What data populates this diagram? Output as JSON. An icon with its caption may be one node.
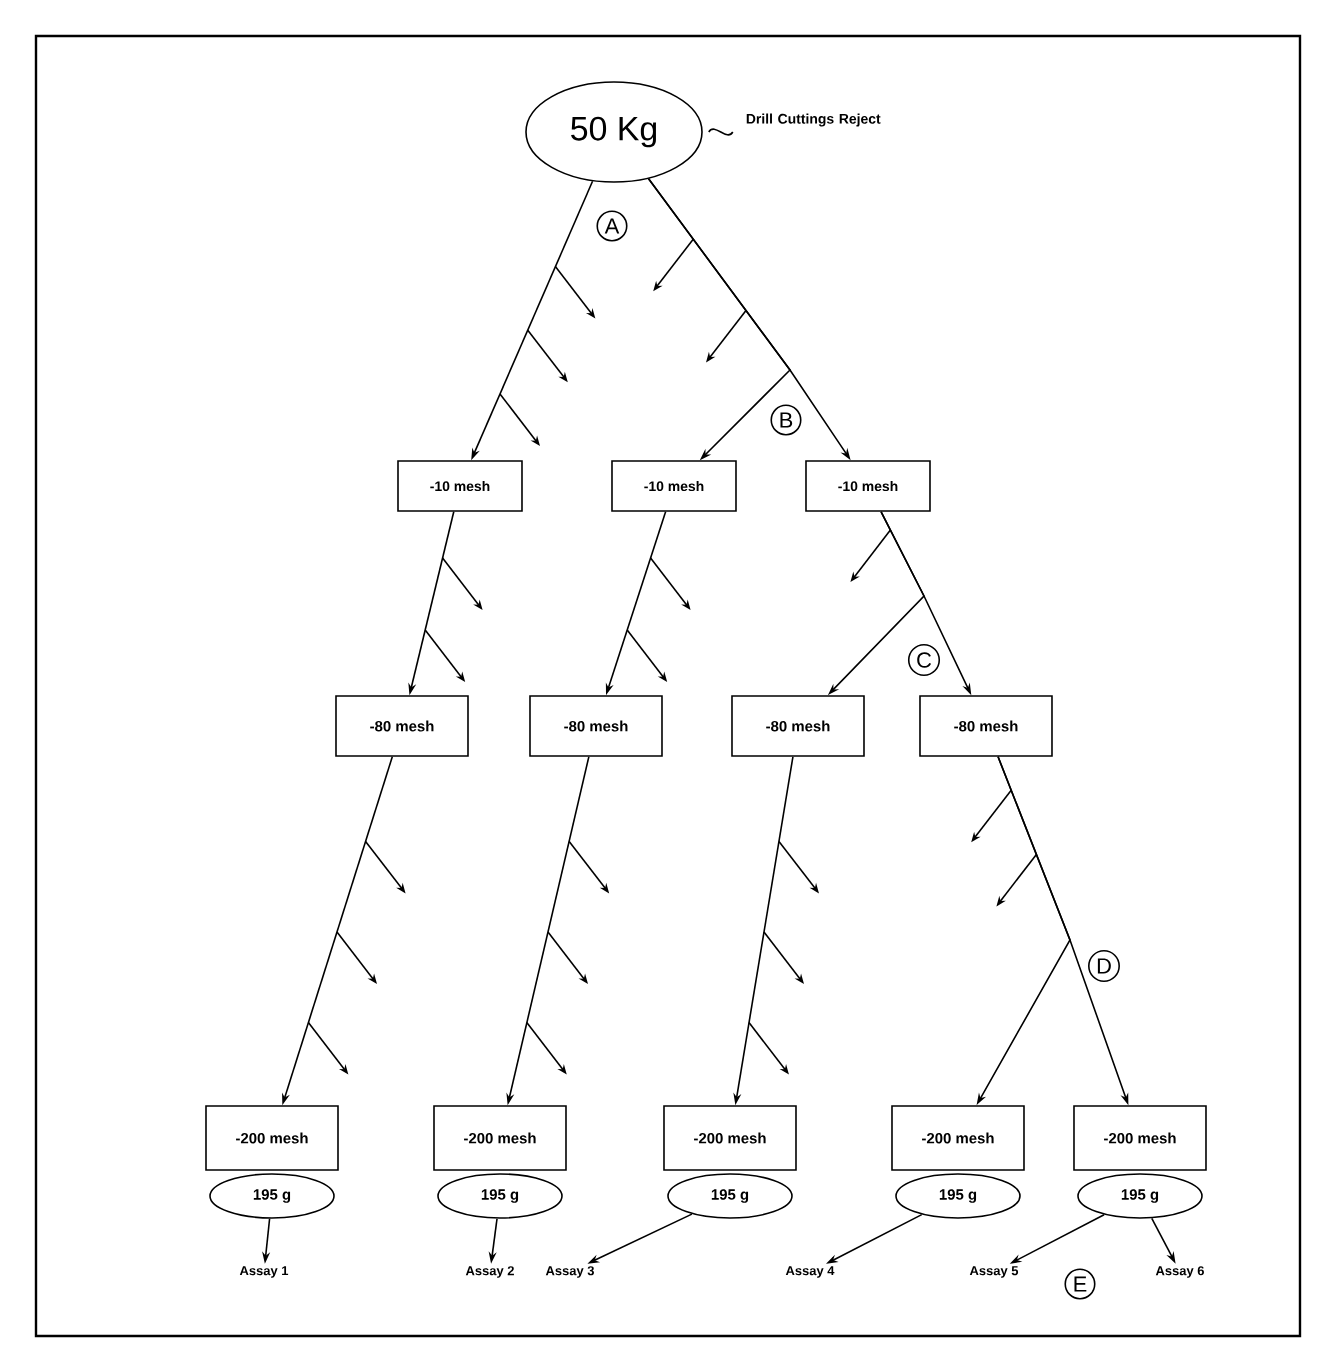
{
  "diagram": {
    "nodes": [
      {
        "text": [
          "50 Kg"
        ],
        "beside": [
          "Drill Cuttings Reject"
        ]
      },
      {
        "text": [
          "-10 mesh"
        ]
      },
      {
        "text": [
          "-10 mesh"
        ]
      },
      {
        "text": [
          "-10 mesh"
        ]
      },
      {
        "text": [
          "-80 mesh"
        ]
      },
      {
        "text": [
          "-80 mesh"
        ]
      },
      {
        "text": [
          "-80 mesh"
        ]
      },
      {
        "text": [
          "-80 mesh"
        ]
      },
      {
        "text": [
          "-200 mesh"
        ]
      },
      {
        "text": [
          "195 g"
        ]
      },
      {
        "text": [
          "-200 mesh"
        ]
      },
      {
        "text": [
          "195 g"
        ]
      },
      {
        "text": [
          "-200 mesh"
        ]
      },
      {
        "text": [
          "195 g"
        ]
      },
      {
        "text": [
          "-200 mesh"
        ]
      },
      {
        "text": [
          "195 g"
        ]
      },
      {
        "text": [
          "-200 mesh"
        ]
      },
      {
        "text": [
          "195 g"
        ]
      },
      {
        "text": [
          "Assay 1"
        ]
      },
      {
        "text": [
          "Assay 2"
        ]
      },
      {
        "text": [
          "Assay 3"
        ]
      },
      {
        "text": [
          "Assay 4"
        ]
      },
      {
        "text": [
          "Assay 5"
        ]
      },
      {
        "text": [
          "Assay 6"
        ]
      }
    ],
    "edges": [
      {
        "from": 0,
        "to": 1,
        "arrow": "to"
      },
      {
        "from": 0,
        "to": 2,
        "arrow": "to"
      },
      {
        "from": 0,
        "to": 3,
        "arrow": "to"
      },
      {
        "from": 1,
        "to": 4,
        "arrow": "to"
      },
      {
        "from": 2,
        "to": 5,
        "arrow": "to"
      },
      {
        "from": 3,
        "to": 6,
        "arrow": "to"
      },
      {
        "from": 3,
        "to": 7,
        "arrow": "to"
      },
      {
        "from": 4,
        "to": 8,
        "arrow": "to"
      },
      {
        "from": 5,
        "to": 10,
        "arrow": "to"
      },
      {
        "from": 6,
        "to": 12,
        "arrow": "to"
      },
      {
        "from": 7,
        "to": 14,
        "arrow": "to"
      },
      {
        "from": 7,
        "to": 16,
        "arrow": "to"
      },
      {
        "from": 9,
        "to": 18,
        "arrow": "to"
      },
      {
        "from": 11,
        "to": 19,
        "arrow": "to"
      },
      {
        "from": 13,
        "to": 20,
        "arrow": "to"
      },
      {
        "from": 15,
        "to": 21,
        "arrow": "to"
      },
      {
        "from": 17,
        "to": 22,
        "arrow": "to"
      },
      {
        "from": 17,
        "to": 23,
        "arrow": "to"
      }
    ],
    "labels": [
      "A",
      "B",
      "C",
      "D",
      "E"
    ]
  }
}
